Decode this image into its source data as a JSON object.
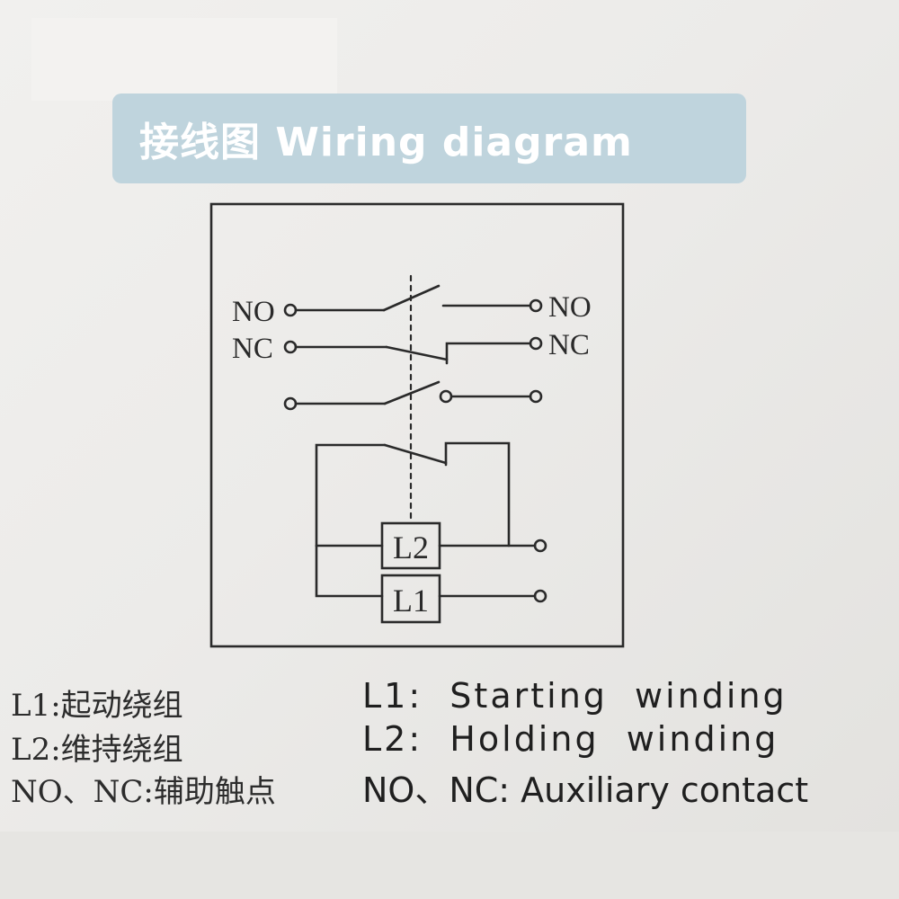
{
  "title": {
    "text": "接线图 Wiring diagram"
  },
  "diagram": {
    "terminal_labels": {
      "left_no": "NO",
      "left_nc": "NC",
      "right_no": "NO",
      "right_nc": "NC"
    },
    "coils": {
      "upper": "L2",
      "lower": "L1"
    }
  },
  "legend": {
    "cn": [
      "L1:起动绕组",
      "L2:维持绕组",
      "NO、NC:辅助触点"
    ],
    "en": [
      "L1:  Starting  winding",
      "L2:  Holding  winding",
      "NO、NC: Auxiliary contact"
    ]
  },
  "colors": {
    "banner": "#bfd4dd",
    "ink": "#2a2a2a"
  }
}
